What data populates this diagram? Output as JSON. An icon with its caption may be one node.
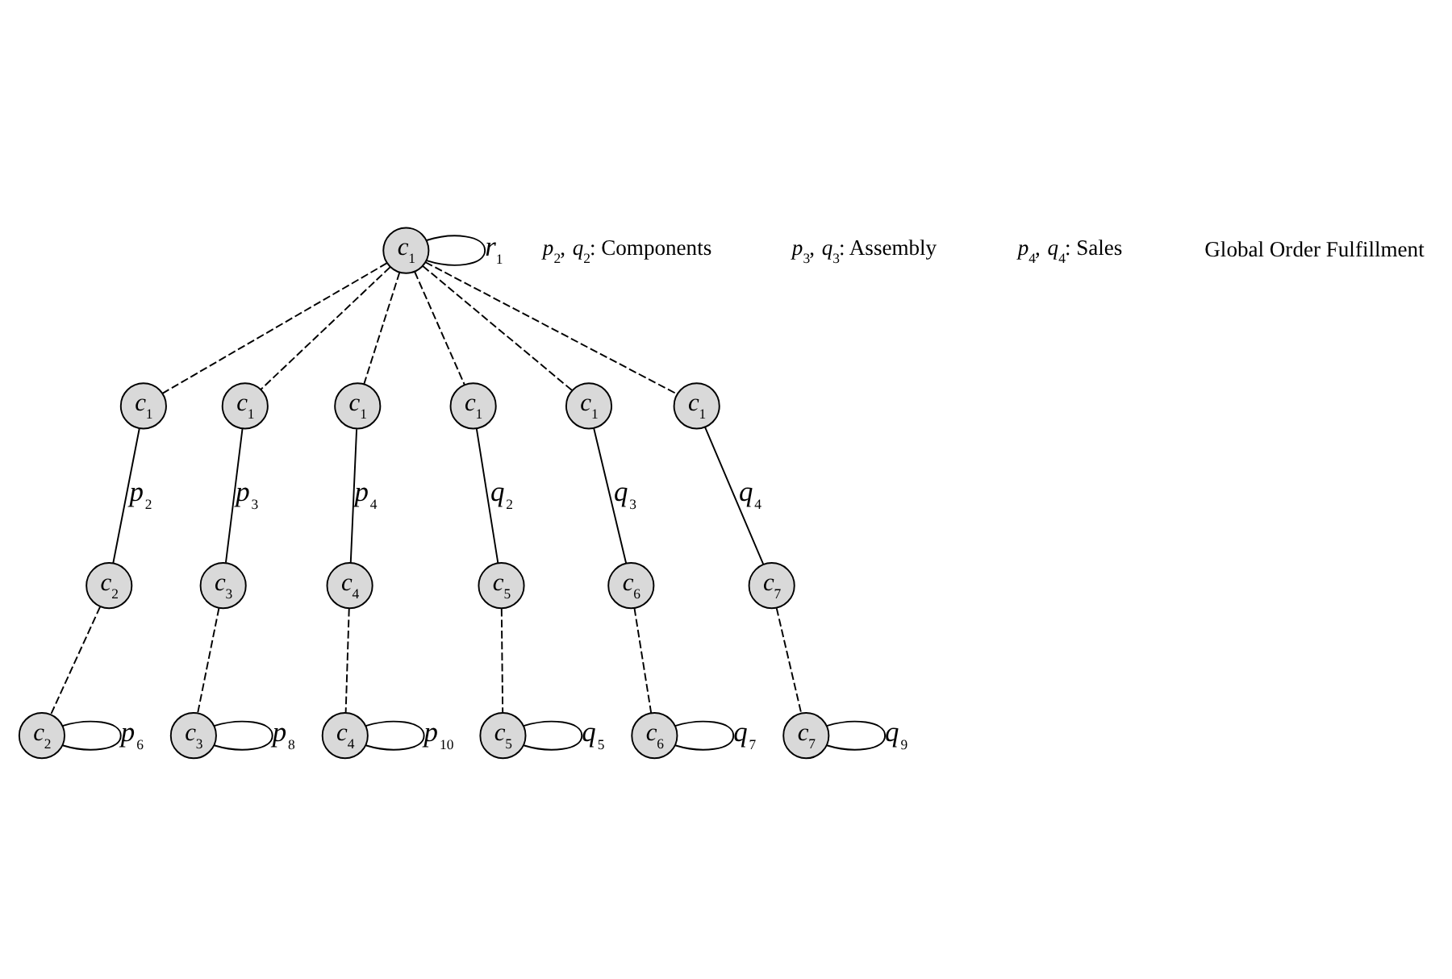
{
  "diagram": {
    "nodes": [
      {
        "text": [
          "*c*$_{1}$"
        ]
      },
      {
        "text": [
          "*c*$_{1}$"
        ]
      },
      {
        "text": [
          "*c*$_{1}$"
        ]
      },
      {
        "text": [
          "*c*$_{1}$"
        ]
      },
      {
        "text": [
          "*c*$_{1}$"
        ]
      },
      {
        "text": [
          "*c*$_{1}$"
        ]
      },
      {
        "text": [
          "*c*$_{1}$"
        ]
      },
      {
        "text": [
          "*c*$_{2}$"
        ]
      },
      {
        "text": [
          "*c*$_{3}$"
        ]
      },
      {
        "text": [
          "*c*$_{4}$"
        ]
      },
      {
        "text": [
          "*c*$_{5}$"
        ]
      },
      {
        "text": [
          "*c*$_{6}$"
        ]
      },
      {
        "text": [
          "*c*$_{7}$"
        ]
      },
      {
        "text": [
          "*c*$_{2}$"
        ]
      },
      {
        "text": [
          "*c*$_{3}$"
        ]
      },
      {
        "text": [
          "*c*$_{4}$"
        ]
      },
      {
        "text": [
          "*c*$_{5}$"
        ]
      },
      {
        "text": [
          "*c*$_{6}$"
        ]
      },
      {
        "text": [
          "*c*$_{7}$"
        ]
      }
    ],
    "edges": [
      {
        "from": 0,
        "to": 0,
        "arrow": "none",
        "label": "*r*$_{1}$"
      },
      {
        "from": 0,
        "to": 1,
        "arrow": "none",
        "style": "dashed"
      },
      {
        "from": 0,
        "to": 2,
        "arrow": "none",
        "style": "dashed"
      },
      {
        "from": 0,
        "to": 3,
        "arrow": "none",
        "style": "dashed"
      },
      {
        "from": 0,
        "to": 4,
        "arrow": "none",
        "style": "dashed"
      },
      {
        "from": 0,
        "to": 5,
        "arrow": "none",
        "style": "dashed"
      },
      {
        "from": 0,
        "to": 6,
        "arrow": "none",
        "style": "dashed"
      },
      {
        "from": 1,
        "to": 7,
        "arrow": "none",
        "label": "*p*$_{2}$"
      },
      {
        "from": 2,
        "to": 8,
        "arrow": "none",
        "label": "*p*$_{3}$"
      },
      {
        "from": 3,
        "to": 9,
        "arrow": "none",
        "label": "*p*$_{4}$"
      },
      {
        "from": 4,
        "to": 10,
        "arrow": "none",
        "label": "*q*$_{2}$"
      },
      {
        "from": 5,
        "to": 11,
        "arrow": "none",
        "label": "*q*$_{3}$"
      },
      {
        "from": 6,
        "to": 12,
        "arrow": "none",
        "label": "*q*$_{4}$"
      },
      {
        "from": 7,
        "to": 13,
        "arrow": "none",
        "style": "dashed"
      },
      {
        "from": 8,
        "to": 14,
        "arrow": "none",
        "style": "dashed"
      },
      {
        "from": 9,
        "to": 15,
        "arrow": "none",
        "style": "dashed"
      },
      {
        "from": 10,
        "to": 16,
        "arrow": "none",
        "style": "dashed"
      },
      {
        "from": 11,
        "to": 17,
        "arrow": "none",
        "style": "dashed"
      },
      {
        "from": 12,
        "to": 18,
        "arrow": "none",
        "style": "dashed"
      },
      {
        "from": 13,
        "to": 13,
        "arrow": "none",
        "label": "*p*$_{6}$"
      },
      {
        "from": 14,
        "to": 14,
        "arrow": "none",
        "label": "*p*$_{8}$"
      },
      {
        "from": 15,
        "to": 15,
        "arrow": "none",
        "label": "*p*$_{10}$"
      },
      {
        "from": 16,
        "to": 16,
        "arrow": "none",
        "label": "*q*$_{5}$"
      },
      {
        "from": 17,
        "to": 17,
        "arrow": "none",
        "label": "*q*$_{7}$"
      },
      {
        "from": 18,
        "to": 18,
        "arrow": "none",
        "label": "*q*$_{9}$"
      }
    ],
    "labels": [
      "*p*$_{2}$, *q*$_{2}$: Components",
      "*p*$_{3}$, *q*$_{3}$: Assembly",
      "*p*$_{4}$, *q*$_{4}$: Sales",
      "Global Order Fulfillment"
    ]
  }
}
